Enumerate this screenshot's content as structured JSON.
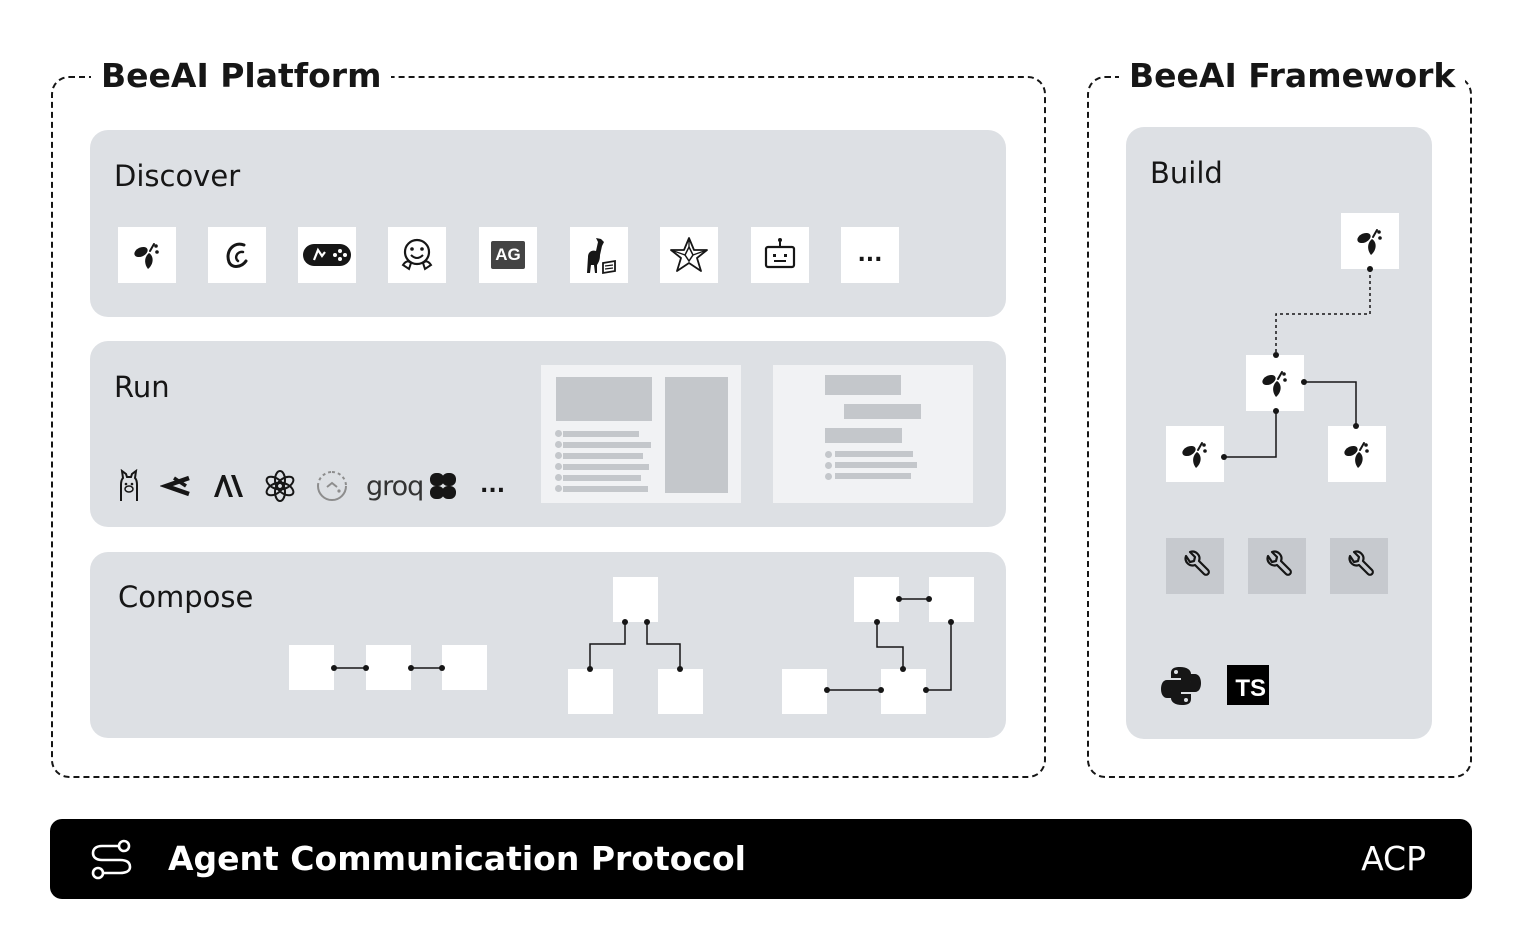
{
  "platform": {
    "title": "BeeAI Platform",
    "discover": {
      "title": "Discover",
      "tiles": [
        "bee-icon",
        "crewai-icon",
        "langchain-icon",
        "huggingface-icon",
        "autogen-icon",
        "llamaindex-icon",
        "atomic-agents-icon",
        "robot-icon",
        "more-icon"
      ],
      "ag_label": "AG",
      "more_label": "..."
    },
    "run": {
      "title": "Run",
      "providers": [
        "ollama-icon",
        "deepseek-icon",
        "anthropic-icon",
        "openai-icon",
        "watsonx-icon",
        "groq-icon",
        "together-icon",
        "more-icon"
      ],
      "groq_label": "groq",
      "more_label": "..."
    },
    "compose": {
      "title": "Compose"
    }
  },
  "framework": {
    "title": "BeeAI Framework",
    "build": {
      "title": "Build",
      "ts_label": "TS"
    }
  },
  "protocol": {
    "title": "Agent Communication Protocol",
    "abbr": "ACP"
  },
  "colors": {
    "panel": "#dde0e4",
    "tool_tile": "#c6c9ce",
    "bar": "#000000",
    "text": "#161616"
  }
}
